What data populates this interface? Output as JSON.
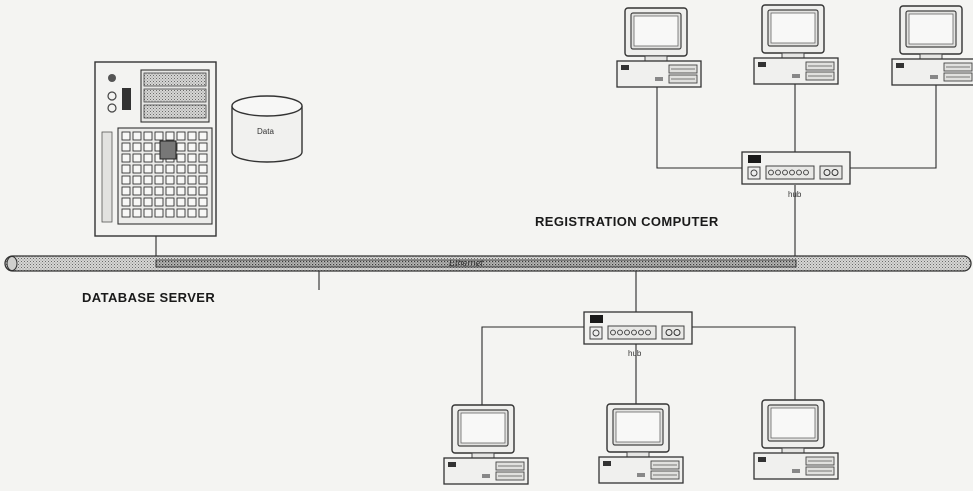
{
  "labels": {
    "database_server": "DATABASE SERVER",
    "registration_computer": "REGISTRATION COMPUTER",
    "data": "Data",
    "ethernet": "Ethernet",
    "hub": "hub"
  }
}
